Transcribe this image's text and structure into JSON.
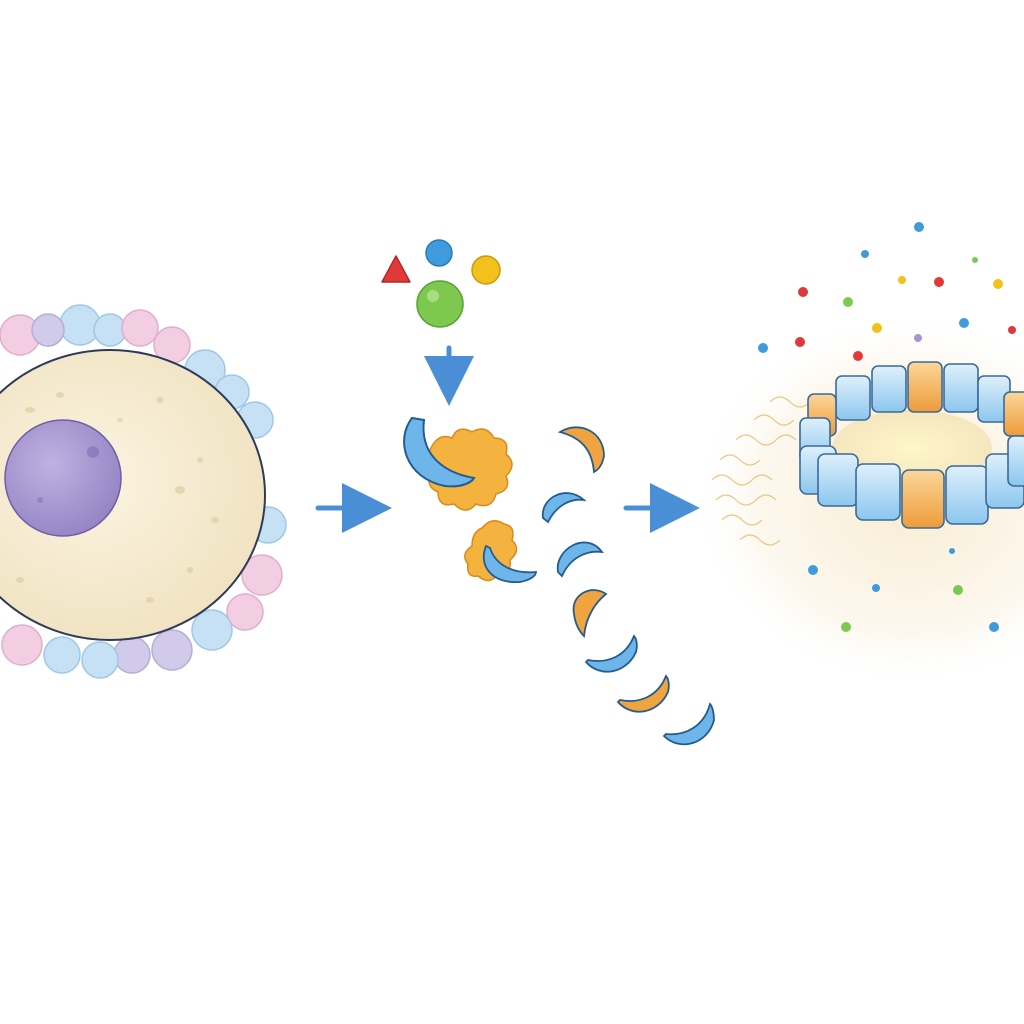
{
  "diagram": {
    "stages": [
      {
        "id": "cell",
        "label": ""
      },
      {
        "id": "subunit-assembly",
        "label": ""
      },
      {
        "id": "ring-complex",
        "label": ""
      }
    ],
    "colors": {
      "background": "#ffffff",
      "cytoplasm": "#f5ead0",
      "membrane": "#2e3a59",
      "nucleus": "#a895cf",
      "bleb_pink": "#f2c6df",
      "bleb_blue": "#bcdcf2",
      "bleb_lilac": "#c9c2e6",
      "arrow": "#4a8fd6",
      "subunit_blue": "#6eb6ea",
      "subunit_orange": "#f0a440",
      "particle_red": "#e0393a",
      "particle_blue": "#3f9bdb",
      "particle_yellow": "#f2c11b",
      "particle_green": "#7ec850"
    }
  }
}
